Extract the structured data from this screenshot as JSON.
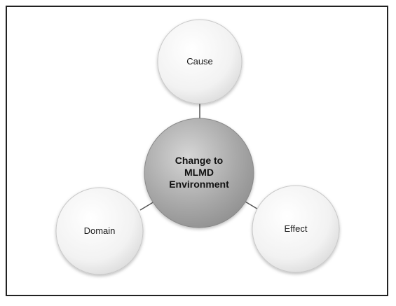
{
  "colors": {
    "frame_border": "#222222",
    "connector": "#555555",
    "outer_circle_fill": "#f4f4f4",
    "outer_circle_stroke": "#c8c8c8",
    "center_circle_fill": "#a8a8a8",
    "center_circle_stroke": "#8a8a8a"
  },
  "diagram": {
    "center": {
      "lines": [
        "Change to",
        "MLMD",
        "Environment"
      ]
    },
    "nodes": {
      "cause": {
        "label": "Cause"
      },
      "domain": {
        "label": "Domain"
      },
      "effect": {
        "label": "Effect"
      }
    }
  }
}
